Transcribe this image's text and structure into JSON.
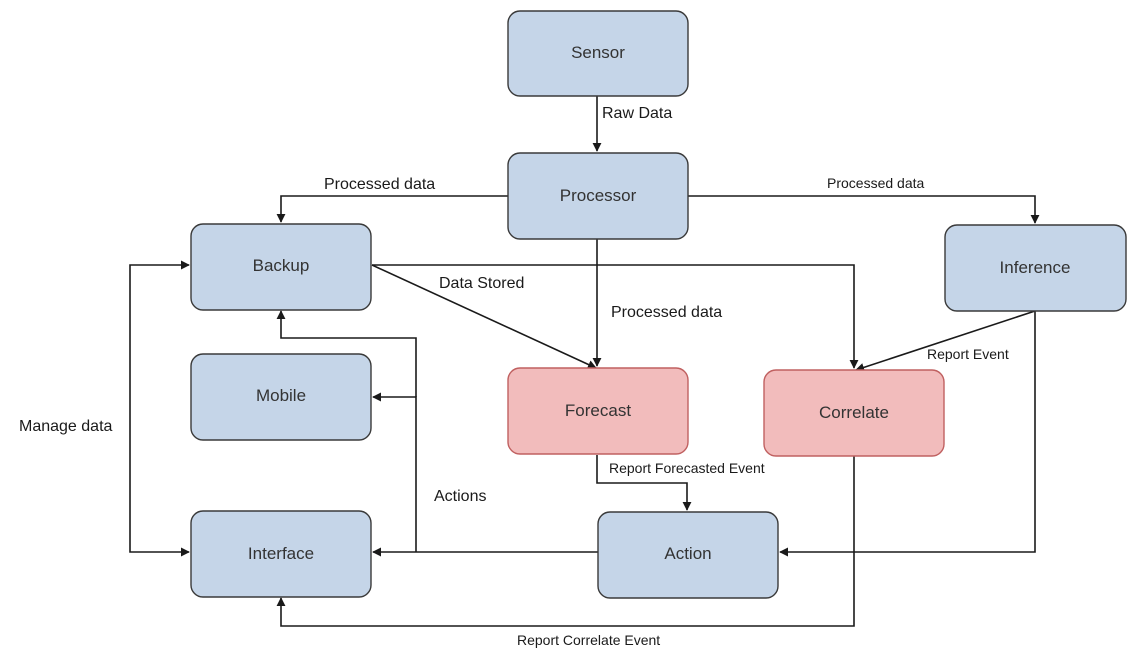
{
  "nodes": {
    "sensor": "Sensor",
    "processor": "Processor",
    "backup": "Backup",
    "inference": "Inference",
    "mobile": "Mobile",
    "forecast": "Forecast",
    "correlate": "Correlate",
    "interface": "Interface",
    "action": "Action"
  },
  "edges": {
    "raw_data": "Raw Data",
    "processed_data_backup": "Processed data",
    "processed_data_inference": "Processed data",
    "processed_data_forecast": "Processed data",
    "data_stored": "Data Stored",
    "report_event": "Report Event",
    "manage_data": "Manage data",
    "actions": "Actions",
    "report_forecasted_event": "Report Forecasted Event",
    "report_correlate_event": "Report Correlate Event"
  },
  "colors": {
    "node_fill": "#c5d5e8",
    "highlight_fill": "#f2bcbc",
    "edge": "#1a1a1a"
  }
}
